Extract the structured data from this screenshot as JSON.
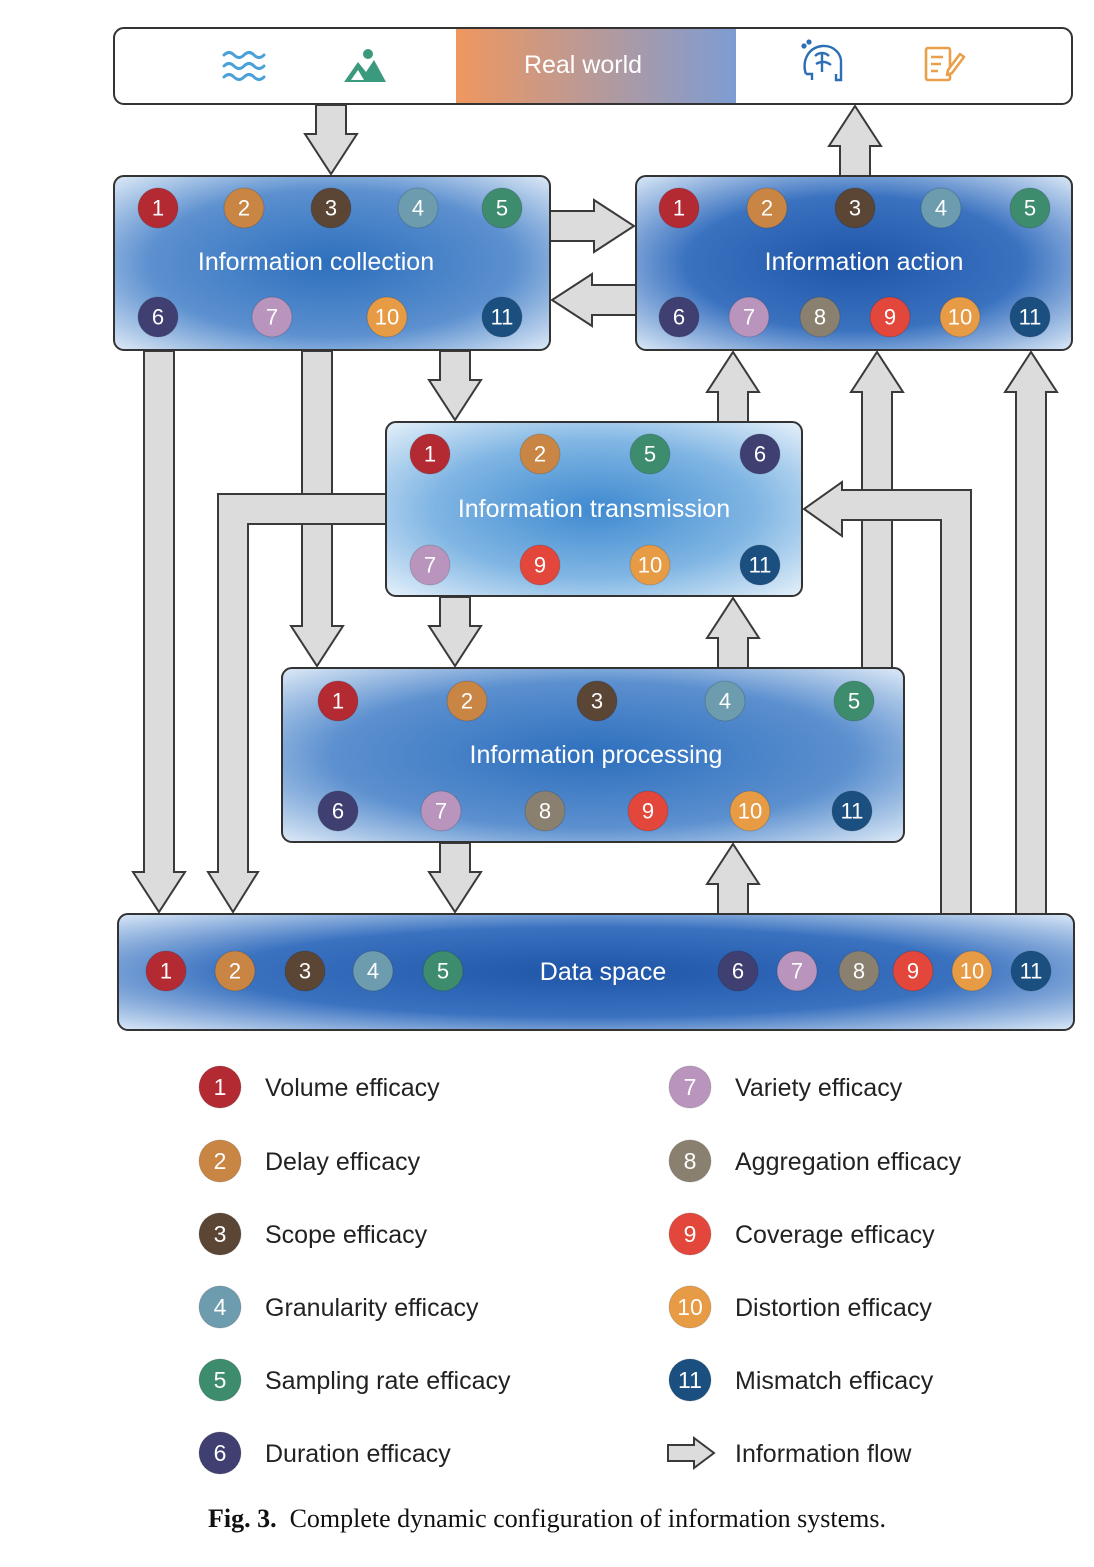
{
  "colors": {
    "efficacy": {
      "1": "#b42a33",
      "2": "#c98543",
      "3": "#5b4535",
      "4": "#6c9cae",
      "5": "#3d8c6d",
      "6": "#403f72",
      "7": "#b994bd",
      "8": "#8a8070",
      "9": "#e3473b",
      "10": "#e79b45",
      "11": "#1a4f7f"
    },
    "arrow_fill": "#dcdcdc",
    "arrow_stroke": "#3a3a3a",
    "hub_dark": "#2f63b3",
    "hub_light": "#c9dff3",
    "real_world_gradient": [
      "#ef975f",
      "#7e9cd3"
    ],
    "water_icon": "#4aa0d8",
    "mountain_icon": "#3b9a7e",
    "brain_icon": "#2d6fb5",
    "note_icon": "#e9a04a"
  },
  "real_world": {
    "label": "Real world",
    "icons": [
      "water-waves-icon",
      "mountain-landscape-icon",
      "brain-head-icon",
      "note-edit-icon"
    ]
  },
  "nodes": {
    "collection": {
      "label": "Information collection",
      "top": [
        "1",
        "2",
        "3",
        "4",
        "5"
      ],
      "bottom": [
        "6",
        "7",
        "10",
        "11"
      ]
    },
    "action": {
      "label": "Information action",
      "top": [
        "1",
        "2",
        "3",
        "4",
        "5"
      ],
      "bottom": [
        "6",
        "7",
        "8",
        "9",
        "10",
        "11"
      ]
    },
    "transmission": {
      "label": "Information transmission",
      "top": [
        "1",
        "2",
        "5",
        "6"
      ],
      "bottom": [
        "7",
        "9",
        "10",
        "11"
      ]
    },
    "processing": {
      "label": "Information processing",
      "top": [
        "1",
        "2",
        "3",
        "4",
        "5"
      ],
      "bottom": [
        "6",
        "7",
        "8",
        "9",
        "10",
        "11"
      ]
    },
    "data_space": {
      "label": "Data space",
      "left": [
        "1",
        "2",
        "3",
        "4",
        "5"
      ],
      "right": [
        "6",
        "7",
        "8",
        "9",
        "10",
        "11"
      ]
    }
  },
  "legend": [
    {
      "num": "1",
      "label": "Volume efficacy"
    },
    {
      "num": "2",
      "label": "Delay efficacy"
    },
    {
      "num": "3",
      "label": "Scope efficacy"
    },
    {
      "num": "4",
      "label": "Granularity efficacy"
    },
    {
      "num": "5",
      "label": "Sampling rate efficacy"
    },
    {
      "num": "6",
      "label": "Duration efficacy"
    },
    {
      "num": "7",
      "label": "Variety efficacy"
    },
    {
      "num": "8",
      "label": "Aggregation efficacy"
    },
    {
      "num": "9",
      "label": "Coverage efficacy"
    },
    {
      "num": "10",
      "label": "Distortion efficacy"
    },
    {
      "num": "11",
      "label": "Mismatch efficacy"
    },
    {
      "num": "",
      "label": "Information flow"
    }
  ],
  "caption": {
    "prefix": "Fig. 3.",
    "text": "Complete dynamic configuration of information systems."
  }
}
